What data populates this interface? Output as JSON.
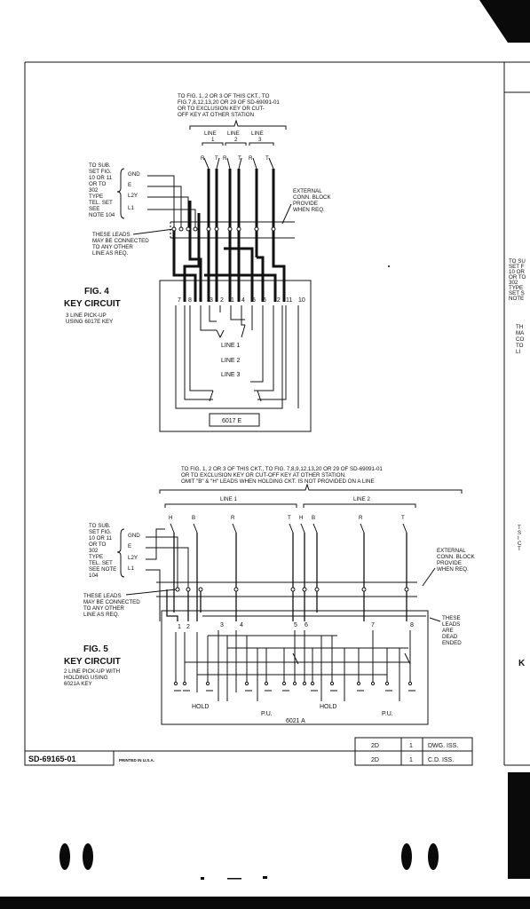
{
  "fig4": {
    "top_note": [
      "TO FIG. 1, 2 OR 3 OF THIS CKT., TO",
      "FIG.7,8,12,13,20 OR 29 OF SD-69091-01",
      "OR TO EXCLUSION KEY OR CUT-",
      "OFF KEY AT OTHER STATION"
    ],
    "line_labels": [
      "LINE",
      "LINE",
      "LINE"
    ],
    "line_numbers": [
      "1",
      "2",
      "3"
    ],
    "lead_marks": [
      "R",
      "T",
      "R",
      "T",
      "R",
      "T"
    ],
    "to_sub": [
      "TO SUB.",
      "SET FIG.",
      "10 OR 11",
      "OR TO",
      "302",
      "TYPE",
      "TEL. SET",
      "SEE",
      "NOTE 104"
    ],
    "leads": [
      "GND",
      "E",
      "L2Y",
      "L1"
    ],
    "ext_block": [
      "EXTERNAL",
      "CONN. BLOCK",
      "PROVIDE",
      "WHEN REQ."
    ],
    "these_leads": [
      "THESE LEADS",
      "MAY BE CONNECTED",
      "TO ANY OTHER",
      "LINE AS REQ."
    ],
    "title": "FIG. 4",
    "subtitle": "KEY CIRCUIT",
    "desc": [
      "3 LINE PICK-UP",
      "USING 6017E KEY"
    ],
    "terminals": [
      "7",
      "8",
      "9",
      "3",
      "2",
      "1",
      "4",
      "5",
      "6",
      "12",
      "11",
      "10"
    ],
    "key_lines": [
      "LINE 1",
      "LINE 2",
      "LINE 3"
    ],
    "key_name": "6017 E"
  },
  "fig5": {
    "top_note": [
      "TO FIG. 1, 2 OR 3 OF THIS CKT., TO FIG. 7,8,9,12,13,20 OR 29 OF SD-69091-01",
      "OR TO EXCLUSION KEY OR CUT-OFF KEY AT OTHER STATION.",
      "OMIT \"B\" & \"H\" LEADS WHEN HOLDING CKT. IS NOT PROVIDED ON A LINE"
    ],
    "line_labels": [
      "LINE 1",
      "LINE 2"
    ],
    "lead_marks": [
      "H",
      "B",
      "R",
      "T",
      "H",
      "B",
      "R",
      "T"
    ],
    "to_sub": [
      "TO SUB.",
      "SET FIG.",
      "10 OR 11",
      "OR TO",
      "302",
      "TYPE",
      "TEL. SET",
      "SEE NOTE",
      "104"
    ],
    "leads": [
      "GND",
      "E",
      "L2Y",
      "L1"
    ],
    "ext_block": [
      "EXTERNAL",
      "CONN. BLOCK",
      "PROVIDE",
      "WHEN REQ."
    ],
    "these_leads": [
      "THESE LEADS",
      "MAY BE CONNECTED",
      "TO ANY OTHER",
      "LINE AS REQ."
    ],
    "dead_ended": [
      "THESE",
      "LEADS",
      "ARE",
      "DEAD",
      "ENDED"
    ],
    "title": "FIG. 5",
    "subtitle": "KEY CIRCUIT",
    "desc": [
      "2 LINE PICK-UP WITH",
      "HOLDING USING",
      "6021A KEY"
    ],
    "terminals": [
      "1",
      "2",
      "3",
      "4",
      "5",
      "6",
      "7",
      "8"
    ],
    "key_labels": [
      "HOLD",
      "P.U.",
      "HOLD",
      "P.U."
    ],
    "key_name": "6021 A"
  },
  "title_block": {
    "rows": [
      {
        "iss": "2D",
        "num": "1",
        "label": "DWG. ISS."
      },
      {
        "iss": "2D",
        "num": "1",
        "label": "C.D. ISS."
      }
    ]
  },
  "drawing_number": "SD-69165-01",
  "printed": "PRINTED IN U.S.A.",
  "right_edge": {
    "top_text": [
      "TO SU",
      "SET F",
      "10 OR",
      "OR TO",
      "302",
      "TYPE",
      "SET S",
      "NOTE"
    ],
    "mid_text": [
      "TH",
      "MA",
      "CO",
      "TO",
      "LI"
    ],
    "lower_text": [
      "T",
      "S",
      "I",
      "C",
      "T"
    ],
    "k": "K"
  }
}
